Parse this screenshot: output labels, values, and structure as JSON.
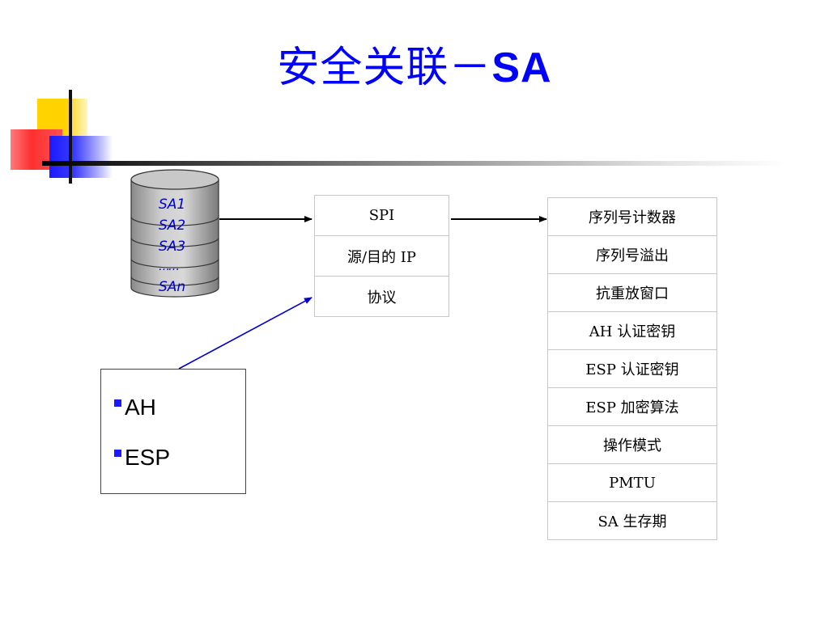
{
  "title": {
    "main": "安全关联－",
    "suffix": "SA"
  },
  "database": {
    "entries": [
      "SA1",
      "SA2",
      "SA3",
      "……",
      "SAn"
    ]
  },
  "sa_fields": [
    "SPI",
    "源/目的 IP",
    "协议"
  ],
  "sa_params": [
    "序列号计数器",
    "序列号溢出",
    "抗重放窗口",
    "AH 认证密钥",
    "ESP 认证密钥",
    "ESP 加密算法",
    "操作模式",
    "PMTU",
    "SA 生存期"
  ],
  "protocols": [
    "AH",
    "ESP"
  ],
  "colors": {
    "title": "#0000ff",
    "db_text": "#0000cc",
    "bullet": "#1a1aff",
    "arrow_blue": "#0000cc"
  }
}
